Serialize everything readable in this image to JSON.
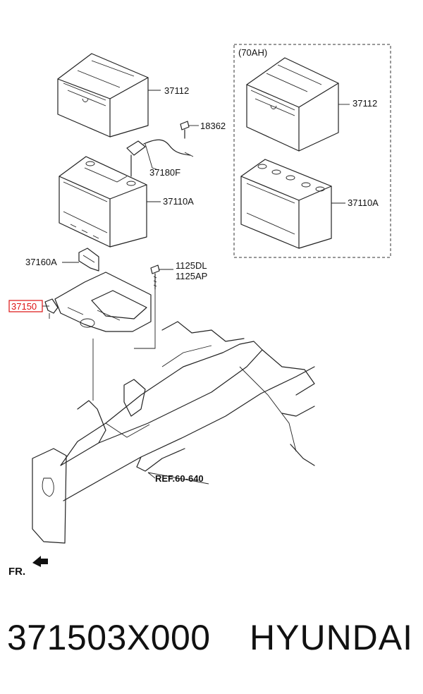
{
  "diagram": {
    "callouts": {
      "c37112_left": "37112",
      "c18362": "18362",
      "c37180F": "37180F",
      "c37110A_left": "37110A",
      "c37160A": "37160A",
      "c1125DL": "1125DL",
      "c1125AP": "1125AP",
      "c37150": "37150",
      "ref": "REF.60-640",
      "variant": "(70AH)",
      "c37112_right": "37112",
      "c37110A_right": "37110A"
    },
    "front_label": "FR.",
    "highlight_color": "#dd1111"
  },
  "footer": {
    "part_number": "371503X000",
    "brand": "HYUNDAI"
  }
}
